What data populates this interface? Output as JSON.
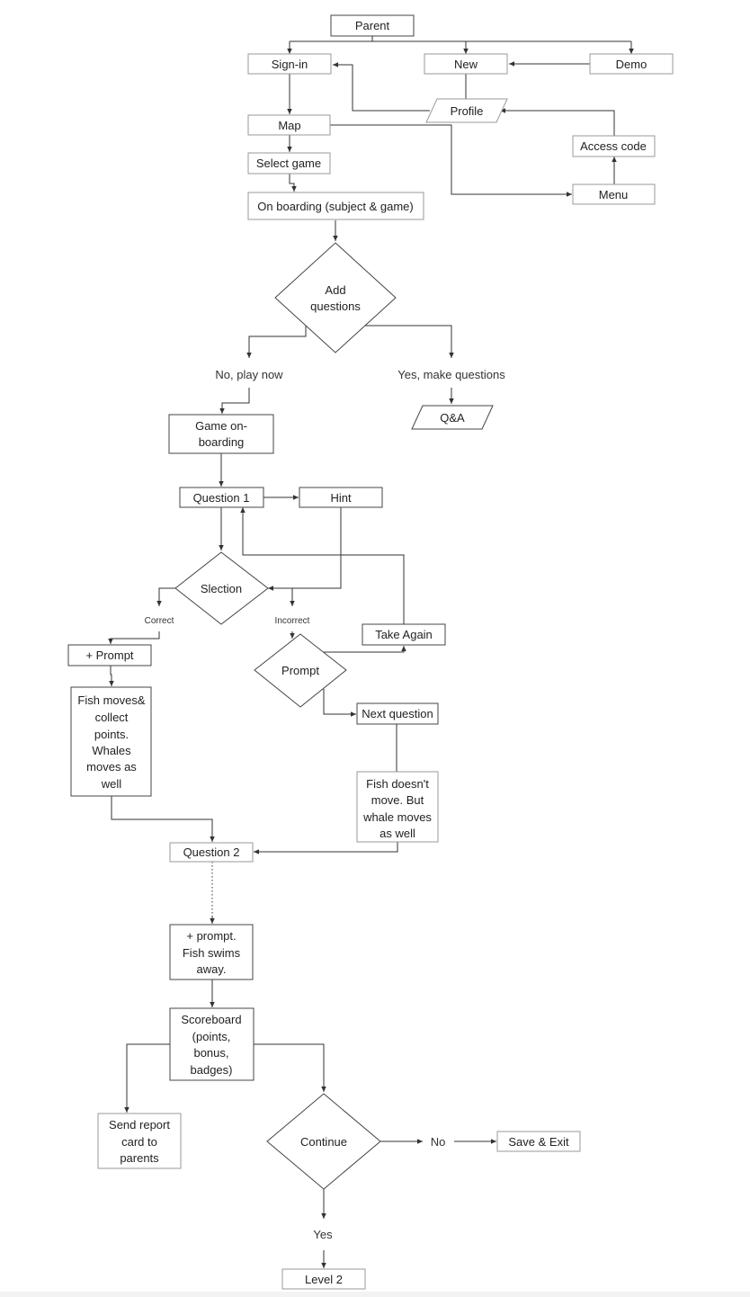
{
  "nodes": {
    "parent": "Parent",
    "sign_in": "Sign-in",
    "new": "New",
    "demo": "Demo",
    "profile": "Profile",
    "map": "Map",
    "access_code": "Access code",
    "select_game": "Select game",
    "menu": "Menu",
    "on_boarding": "On boarding (subject & game)",
    "add_questions": [
      "Add",
      "questions"
    ],
    "no_play_now": "No, play now",
    "yes_make_questions": "Yes, make questions",
    "qa": "Q&A",
    "game_onboarding": [
      "Game on-",
      "boarding"
    ],
    "question1": "Question 1",
    "hint": "Hint",
    "selection": "Slection",
    "correct": "Correct",
    "incorrect": "Incorrect",
    "take_again": "Take Again",
    "plus_prompt": "+ Prompt",
    "prompt": "Prompt",
    "next_question": "Next question",
    "fish_moves": [
      "Fish moves&",
      "collect",
      "points.",
      "Whales",
      "moves as",
      "well"
    ],
    "fish_doesnt": [
      "Fish doesn't",
      "move. But",
      "whale moves",
      "as well"
    ],
    "question2": "Question 2",
    "plus_prompt_fish": [
      "+ prompt.",
      "Fish swims",
      "away."
    ],
    "scoreboard": [
      "Scoreboard",
      "(points,",
      "bonus,",
      "badges)"
    ],
    "send_report": [
      "Send report",
      "card to",
      "parents"
    ],
    "continue": "Continue",
    "no": "No",
    "save_exit": "Save & Exit",
    "yes": "Yes",
    "level2": "Level 2"
  }
}
